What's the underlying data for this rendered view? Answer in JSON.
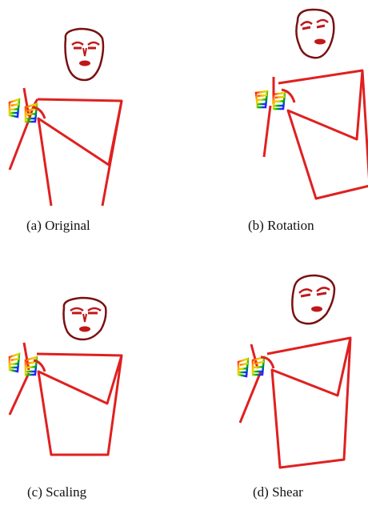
{
  "figure": {
    "captions": {
      "a": "(a) Original",
      "b": "(b) Rotation",
      "c": "(c) Scaling",
      "d": "(d) Shear"
    }
  },
  "colors": {
    "face_outline": "#7a1010",
    "face_features": "#c01818",
    "body_lines": "#e02020",
    "body_lines_light": "#ee5555",
    "hand_gradient": [
      "#ff0000",
      "#ffa500",
      "#ffff00",
      "#00c000",
      "#0000ff",
      "#8000ff"
    ]
  }
}
